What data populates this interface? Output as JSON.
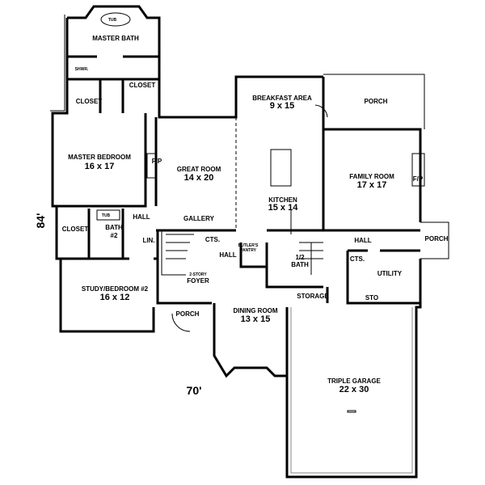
{
  "overall": {
    "depth": "84'",
    "width": "70'"
  },
  "rooms": {
    "tub": "TUB",
    "master_bath": "MASTER BATH",
    "shower": "SHWR.",
    "closet_1": "CLOSET",
    "closet_2": "CLOSET",
    "master_bedroom": {
      "name": "MASTER BEDROOM",
      "size": "16 x 17"
    },
    "fireplace_1": "F/P",
    "great_room": {
      "name": "GREAT ROOM",
      "size": "14 x 20"
    },
    "gallery": "GALLERY",
    "breakfast": {
      "name": "BREAKFAST AREA",
      "size": "9 x 15"
    },
    "kitchen": {
      "name": "KITCHEN",
      "size": "15 x 14"
    },
    "porch_rear": "PORCH",
    "family_room": {
      "name": "FAMILY ROOM",
      "size": "17 x 17"
    },
    "fireplace_2": "F/P",
    "closet_3": "CLOSET",
    "tub_2": "TUB",
    "bath_2": [
      "BATH",
      "#2"
    ],
    "hall_1": "HALL",
    "linen": "LIN.",
    "cts_1": "CTS.",
    "hall_2": "HALL",
    "butlers_pantry": [
      "BUTLER'S",
      "PANTRY"
    ],
    "study": {
      "name": "STUDY/BEDROOM #2",
      "size": "16 x 12"
    },
    "foyer": [
      "2-STORY",
      "FOYER"
    ],
    "porch_front": "PORCH",
    "dining_room": {
      "name": "DINING ROOM",
      "size": "13 x 15"
    },
    "half_bath": [
      "1/2",
      "BATH"
    ],
    "storage": "STORAGE",
    "hall_3": "HALL",
    "cts_2": "CTS.",
    "utility": "UTILITY",
    "sto": "STO",
    "porch_side": "PORCH",
    "garage": {
      "name": "TRIPLE GARAGE",
      "size": "22 x 30"
    }
  }
}
